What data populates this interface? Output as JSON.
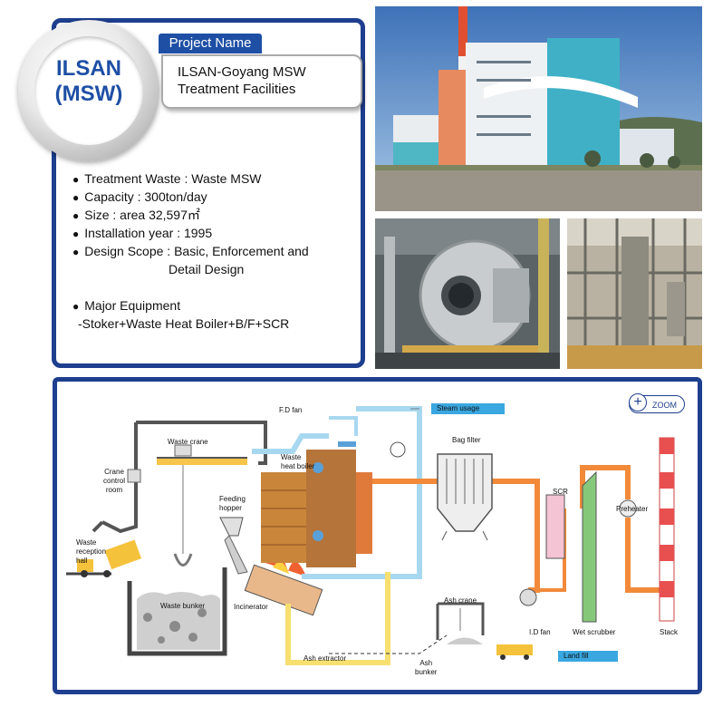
{
  "badge": {
    "line1": "ILSAN",
    "line2": "(MSW)"
  },
  "project_name_label": "Project Name",
  "project_title_line1": "ILSAN-Goyang MSW",
  "project_title_line2": "Treatment Facilities",
  "specs": {
    "waste": "Treatment Waste : Waste MSW",
    "capacity": "Capacity : 300ton/day",
    "size": "Size :  area 32,597㎡",
    "installation": "Installation year : 1995",
    "scope_line1": "Design Scope : Basic, Enforcement and",
    "scope_line2": "Detail Design",
    "equipment_title": "Major Equipment",
    "equipment_line": "-Stoker+Waste Heat Boiler+B/F+SCR"
  },
  "zoom_label": "ZOOM",
  "diagram": {
    "fd_fan": "F.D fan",
    "steam_usage": "Steam usage",
    "waste_crane": "Waste crane",
    "crane_control_room": [
      "Crane",
      "control",
      "room"
    ],
    "waste_heat_boiler": [
      "Waste",
      "heat boiler"
    ],
    "bag_filter": "Bag filter",
    "feeding_hopper": [
      "Feeding",
      "hopper"
    ],
    "scr": "SCR",
    "preheater": "Preheater",
    "waste_reception_hall": [
      "Waste",
      "reception",
      "hall"
    ],
    "waste_bunker": "Waste bunker",
    "incinerator": "Incinerator",
    "ash_crane": "Ash crane",
    "id_fan": "I.D fan",
    "wet_scrubber": "Wet scrubber",
    "stack": "Stack",
    "land_fill": "Land fill",
    "ash_extractor": "Ash extractor",
    "ash_bunker": [
      "Ash",
      "bunker"
    ]
  },
  "colors": {
    "frame_blue": "#1e3f8f",
    "brand_blue": "#1e4fa5",
    "steam_blue": "#3aa7e0",
    "flue_orange": "#f28a3a"
  }
}
